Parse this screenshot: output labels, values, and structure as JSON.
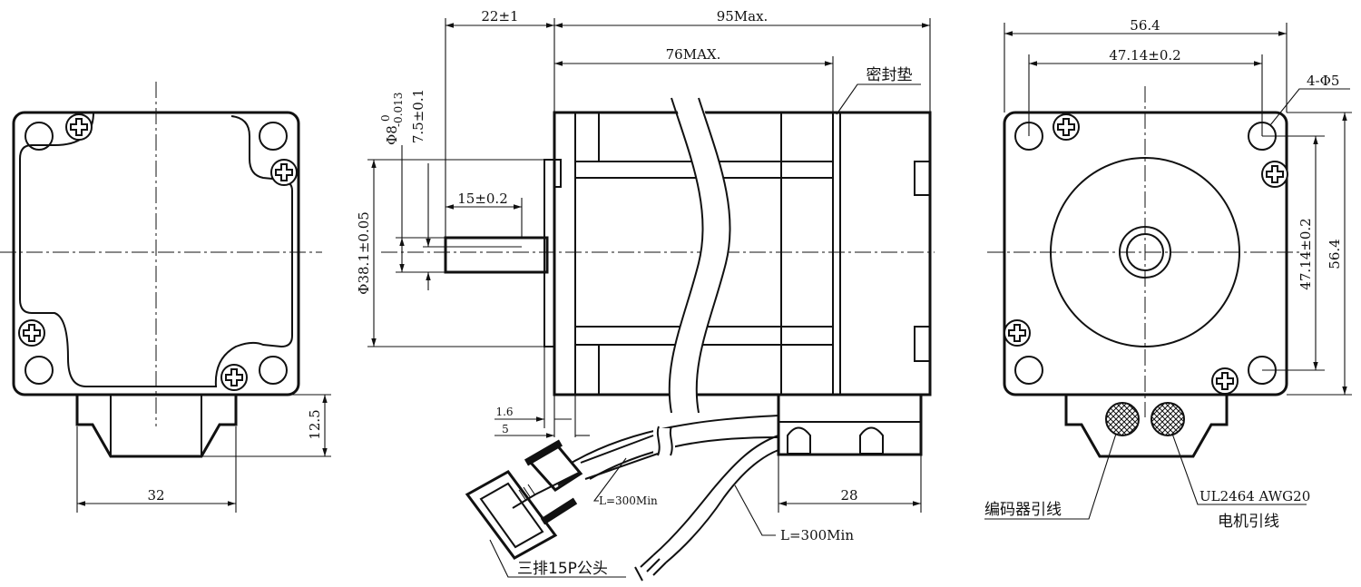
{
  "dims": {
    "d22": "22±1",
    "d95": "95Max.",
    "d76": "76MAX.",
    "d15": "15±0.2",
    "d8": "Φ8",
    "d8_sup": "0",
    "d8_sub": "-0.013",
    "d75": "7.5±0.1",
    "d381": "Φ38.1±0.05",
    "d16": "1.6",
    "d5": "5",
    "d28": "28",
    "d32": "32",
    "d125": "12.5",
    "d564_top": "56.4",
    "d4714_top": "47.14±0.2",
    "d4phi5": "4-Φ5",
    "d4714_side": "47.14±0.2",
    "d564_side": "56.4"
  },
  "labels": {
    "seal": "密封垫",
    "cable1": "L=300Min",
    "cable2": "L=300Min",
    "connector": "三排15P公头",
    "encoder": "编码器引线",
    "spec": "UL2464  AWG20",
    "motor": "电机引线"
  }
}
